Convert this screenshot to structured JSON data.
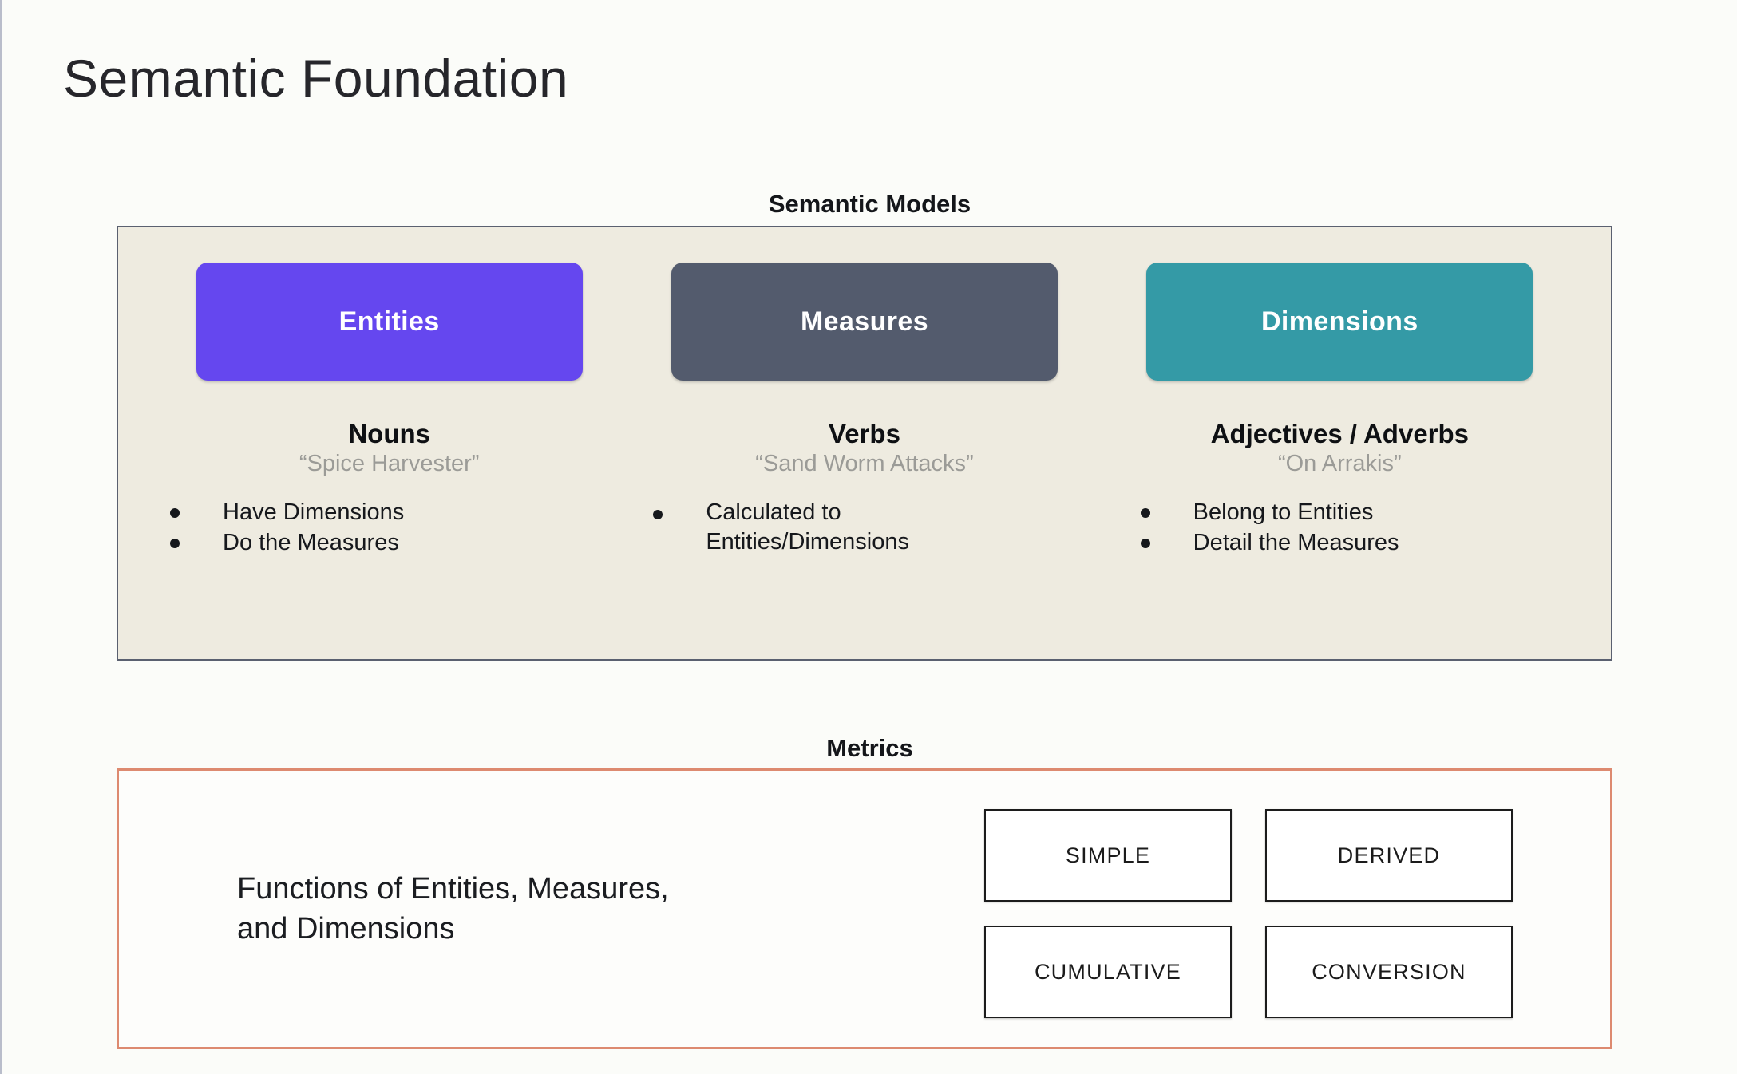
{
  "slide": {
    "title": "Semantic Foundation",
    "background_color": "#fbfcf9"
  },
  "semantic_models": {
    "heading": "Semantic Models",
    "panel_background": "#eeebe0",
    "panel_border": "#5a6070",
    "columns": [
      {
        "chip_label": "Entities",
        "chip_color": "#6547ef",
        "part_of_speech": "Nouns",
        "example": "“Spice Harvester”",
        "bullets": [
          "Have Dimensions",
          "Do the Measures"
        ]
      },
      {
        "chip_label": "Measures",
        "chip_color": "#535b6d",
        "part_of_speech": "Verbs",
        "example": "“Sand Worm Attacks”",
        "bullets": [
          "Calculated to\nEntities/Dimensions"
        ]
      },
      {
        "chip_label": "Dimensions",
        "chip_color": "#349aa6",
        "part_of_speech": "Adjectives / Adverbs",
        "example": "“On Arrakis”",
        "bullets": [
          "Belong to Entities",
          "Detail the Measures"
        ]
      }
    ]
  },
  "metrics": {
    "heading": "Metrics",
    "panel_border": "#dd8a70",
    "description": "Functions of Entities, Measures,\nand Dimensions",
    "types": [
      "SIMPLE",
      "DERIVED",
      "CUMULATIVE",
      "CONVERSION"
    ]
  }
}
